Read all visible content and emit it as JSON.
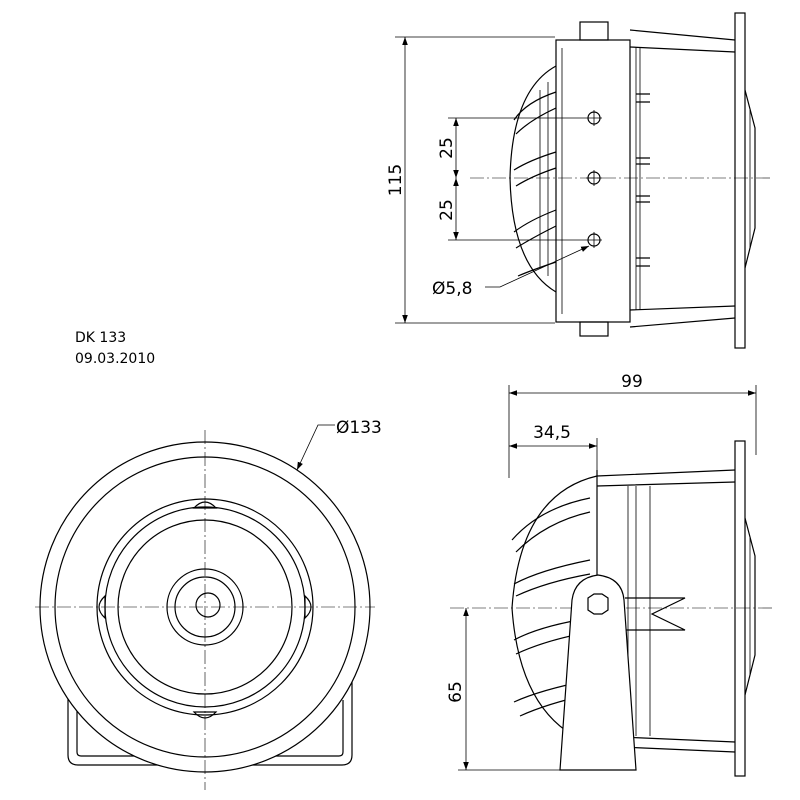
{
  "title_block": {
    "model": "DK  133",
    "date": "09.03.2010"
  },
  "dimensions": {
    "overall_height": "115",
    "hole_spacing_top": "25",
    "hole_spacing_bottom": "25",
    "hole_diameter": "Ø5,8",
    "front_diameter": "Ø133",
    "overall_depth": "99",
    "bracket_offset": "34,5",
    "axis_height": "65"
  },
  "colors": {
    "line": "#000000",
    "background": "#ffffff"
  }
}
